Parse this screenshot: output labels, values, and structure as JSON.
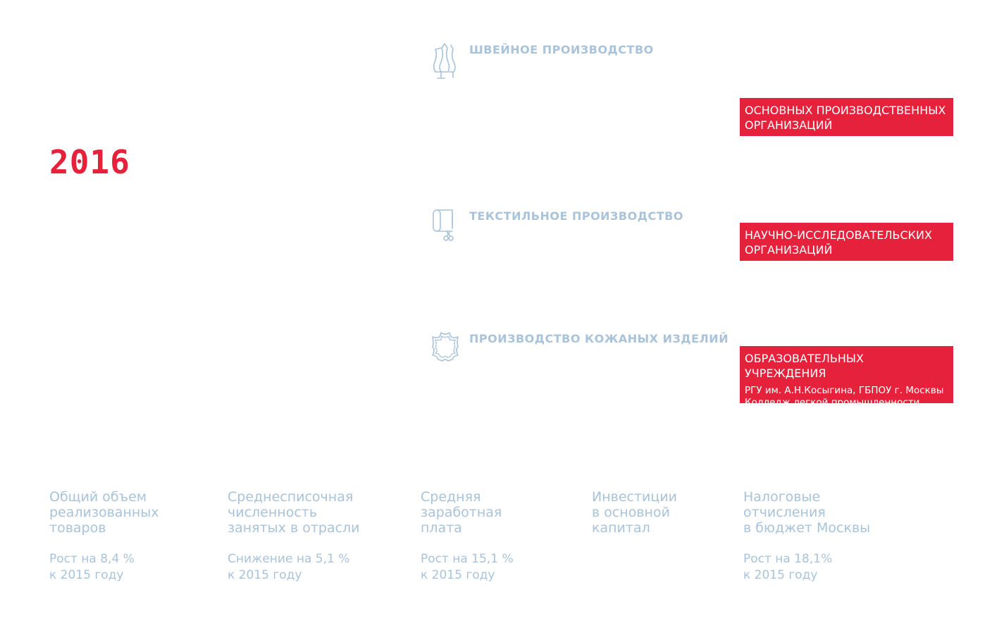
{
  "year": "2016",
  "industries": [
    {
      "label": "ШВЕЙНОЕ ПРОИЗВОДСТВО",
      "icon": "mannequin-icon"
    },
    {
      "label": "ТЕКСТИЛЬНОЕ ПРОИЗВОДСТВО",
      "icon": "fabric-roll-scissors-icon"
    },
    {
      "label": "ПРОИЗВОДСТВО КОЖАНЫХ ИЗДЕЛИЙ",
      "icon": "leather-hide-icon"
    }
  ],
  "organizations": [
    {
      "title": "ОСНОВНЫХ ПРОИЗВОДСТВЕННЫХ ОРГАНИЗАЦИЙ"
    },
    {
      "title": "НАУЧНО-ИССЛЕДОВАТЕЛЬСКИХ ОРГАНИЗАЦИЙ"
    },
    {
      "title": "ОБРАЗОВАТЕЛЬНЫХ УЧРЕЖДЕНИЯ",
      "subtitle": "РГУ им. А.Н.Косыгина, ГБПОУ г. Москвы Колледж легкой промышленности"
    }
  ],
  "stats": [
    {
      "name": "Общий объем\nреализованных\nтоваров",
      "change": "Рост на 8,4 %\nк 2015 году"
    },
    {
      "name": "Среднесписочная\nчисленность\nзанятых в отрасли",
      "change": "Снижение на 5,1 %\nк 2015 году"
    },
    {
      "name": "Средняя\nзаработная\nплата",
      "change": "Рост на 15,1 %\nк 2015 году"
    },
    {
      "name": "Инвестиции\nв основной\nкапитал",
      "change": ""
    },
    {
      "name": "Налоговые\nотчисления\nв бюджет Москвы",
      "change": "Рост на 18,1%\nк 2015 году"
    }
  ],
  "colors": {
    "accent": "#e5213b",
    "muted": "#a8c3da",
    "background": "#ffffff"
  }
}
